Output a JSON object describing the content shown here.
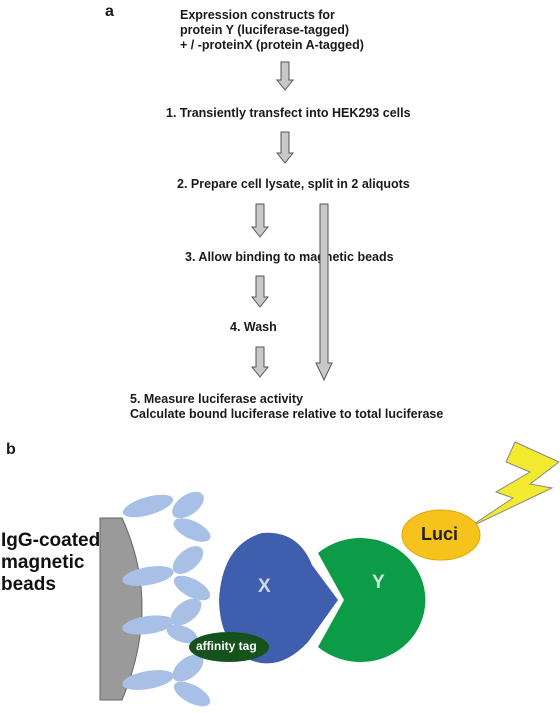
{
  "panel_a": {
    "label": "a",
    "header_lines": [
      "Expression constructs for",
      "protein Y (luciferase-tagged)",
      "+ / -proteinX (protein A-tagged)"
    ],
    "step1": "1. Transiently transfect into HEK293 cells",
    "step2": "2. Prepare cell lysate, split in 2 aliquots",
    "step3": "3. Allow binding to magnetic beads",
    "step4": "4. Wash",
    "step5_lines": [
      "5. Measure luciferase activity",
      "Calculate bound luciferase relative to total luciferase"
    ]
  },
  "panel_b": {
    "label": "b",
    "beads_lines": [
      "IgG-coated",
      "magnetic",
      "beads"
    ],
    "protein_x_label": "X",
    "protein_y_label": "Y",
    "luci_label": "Luci",
    "affinity_tag_label": "affinity tag"
  },
  "colors": {
    "arrow_fill": "#c8c8c8",
    "bead": "#9a9a9a",
    "igg": "#a8bfe6",
    "protein_x": "#3f5fae",
    "protein_y": "#0c9b47",
    "luci": "#f5c31c",
    "lightning": "#f2ea2e",
    "affinity_tag": "#16521c"
  }
}
